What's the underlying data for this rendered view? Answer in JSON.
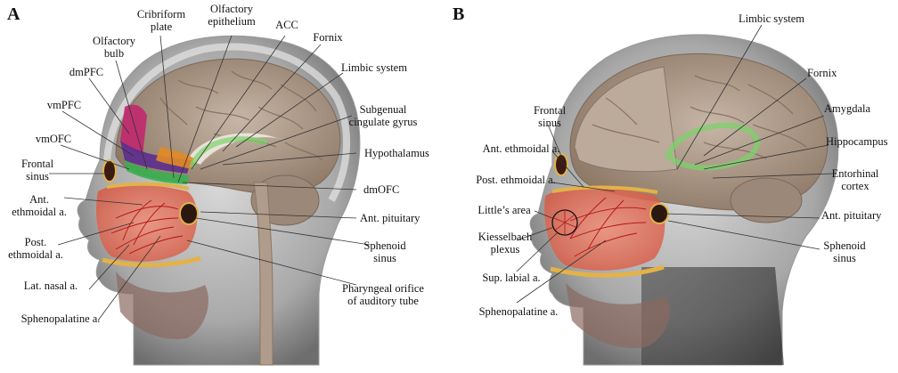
{
  "panels": [
    {
      "letter": "A",
      "labels": {
        "cribriform": [
          "Cribriform",
          "plate"
        ],
        "olf_epith": [
          "Olfactory",
          "epithelium"
        ],
        "acc": [
          "ACC"
        ],
        "fornix": [
          "Fornix"
        ],
        "olf_bulb": [
          "Olfactory",
          "bulb"
        ],
        "dmpfc": [
          "dmPFC"
        ],
        "limbic": [
          "Limbic system"
        ],
        "vmpfc": [
          "vmPFC"
        ],
        "subgenual": [
          "Subgenual",
          "cingulate gyrus"
        ],
        "vmofc": [
          "vmOFC"
        ],
        "hypothalamus": [
          "Hypothalamus"
        ],
        "frontal_sinus": [
          "Frontal",
          "sinus"
        ],
        "dmofc": [
          "dmOFC"
        ],
        "ant_ethmoidal": [
          "Ant.",
          "ethmoidal a."
        ],
        "ant_pituitary": [
          "Ant. pituitary"
        ],
        "post_ethmoidal": [
          "Post.",
          "ethmoidal a."
        ],
        "sphenoid": [
          "Sphenoid",
          "sinus"
        ],
        "lat_nasal": [
          "Lat. nasal a."
        ],
        "pharyngeal": [
          "Pharyngeal orifice",
          "of auditory tube"
        ],
        "sphenopalatine": [
          "Sphenopalatine a."
        ]
      }
    },
    {
      "letter": "B",
      "labels": {
        "limbic": [
          "Limbic system"
        ],
        "fornix": [
          "Fornix"
        ],
        "frontal_sinus": [
          "Frontal",
          "sinus"
        ],
        "amygdala": [
          "Amygdala"
        ],
        "ant_ethmoidal": [
          "Ant. ethmoidal a."
        ],
        "hippocampus": [
          "Hippocampus"
        ],
        "post_ethmoidal": [
          "Post. ethmoidal a."
        ],
        "entorhinal": [
          "Entorhinal",
          "cortex"
        ],
        "littles": [
          "Little’s area"
        ],
        "ant_pituitary": [
          "Ant. pituitary"
        ],
        "kiesselbach": [
          "Kiesselbach",
          "plexus"
        ],
        "sphenoid": [
          "Sphenoid",
          "sinus"
        ],
        "sup_labial": [
          "Sup. labial a."
        ],
        "sphenopalatine": [
          "Sphenopalatine a."
        ]
      }
    }
  ],
  "colors": {
    "skull": "#c9c9c9",
    "brain": "#a89585",
    "nasal": "#e7705b",
    "bone": "#e3b248",
    "pfc_magenta": "#c0286e",
    "pfc_purple": "#5b2d8f",
    "pfc_orange": "#e38a25",
    "pfc_green": "#39b050",
    "limbic_green": "#7ad36a"
  }
}
